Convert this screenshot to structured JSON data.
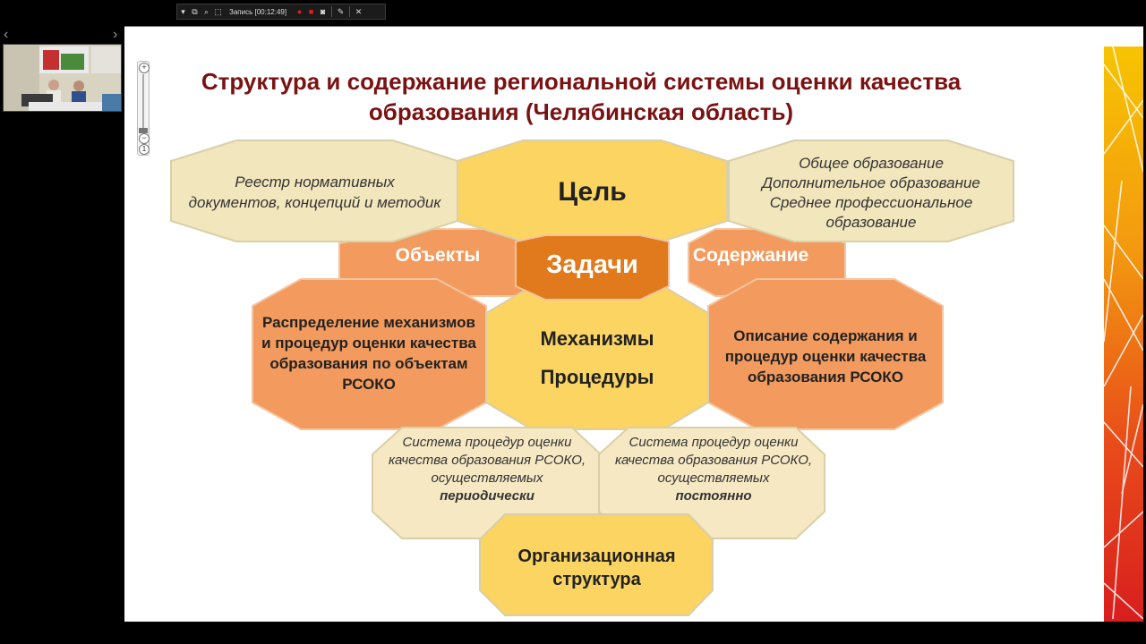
{
  "toolbar": {
    "recording_label": "Запись [00:12:49]",
    "icons": [
      "dropdown-icon",
      "window-icon",
      "zoom-icon",
      "fit-icon",
      "record-icon",
      "stop-icon",
      "camera-icon",
      "pen-icon",
      "close-icon"
    ]
  },
  "colors": {
    "title": "#7a1212",
    "hex_light": "#f2e6bd",
    "hex_yellow": "#fbd461",
    "hex_orange": "#f39b5e",
    "hex_dark_orange": "#e07a1c",
    "hex_bottom_light": "#f5e8c3",
    "hex_bottom_yellow": "#fbd461",
    "accent_deco": "#f08a1a"
  },
  "slide": {
    "title": "Структура и содержание региональной системы оценки качества образования (Челябинская область)",
    "hexes": {
      "registry": "Реестр нормативных документов, концепций и методик",
      "goal": "Цель",
      "education": "Общее образование\nДополнительное образование\nСреднее профессиональное образование",
      "objects": "Объекты",
      "tasks": "Задачи",
      "content": "Содержание",
      "distribution": "Распределение механизмов и процедур оценки качества образования по объектам РСОКО",
      "mechanisms_1": "Механизмы",
      "mechanisms_2": "Процедуры",
      "description": "Описание содержания и процедур оценки качества образования РСОКО",
      "periodic_text": "Система процедур оценки качества образования РСОКО, осуществляемых",
      "periodic_em": "периодически",
      "constant_text": "Система процедур оценки качества образования РСОКО, осуществляемых",
      "constant_em": "постоянно",
      "org": "Организационная структура"
    }
  }
}
